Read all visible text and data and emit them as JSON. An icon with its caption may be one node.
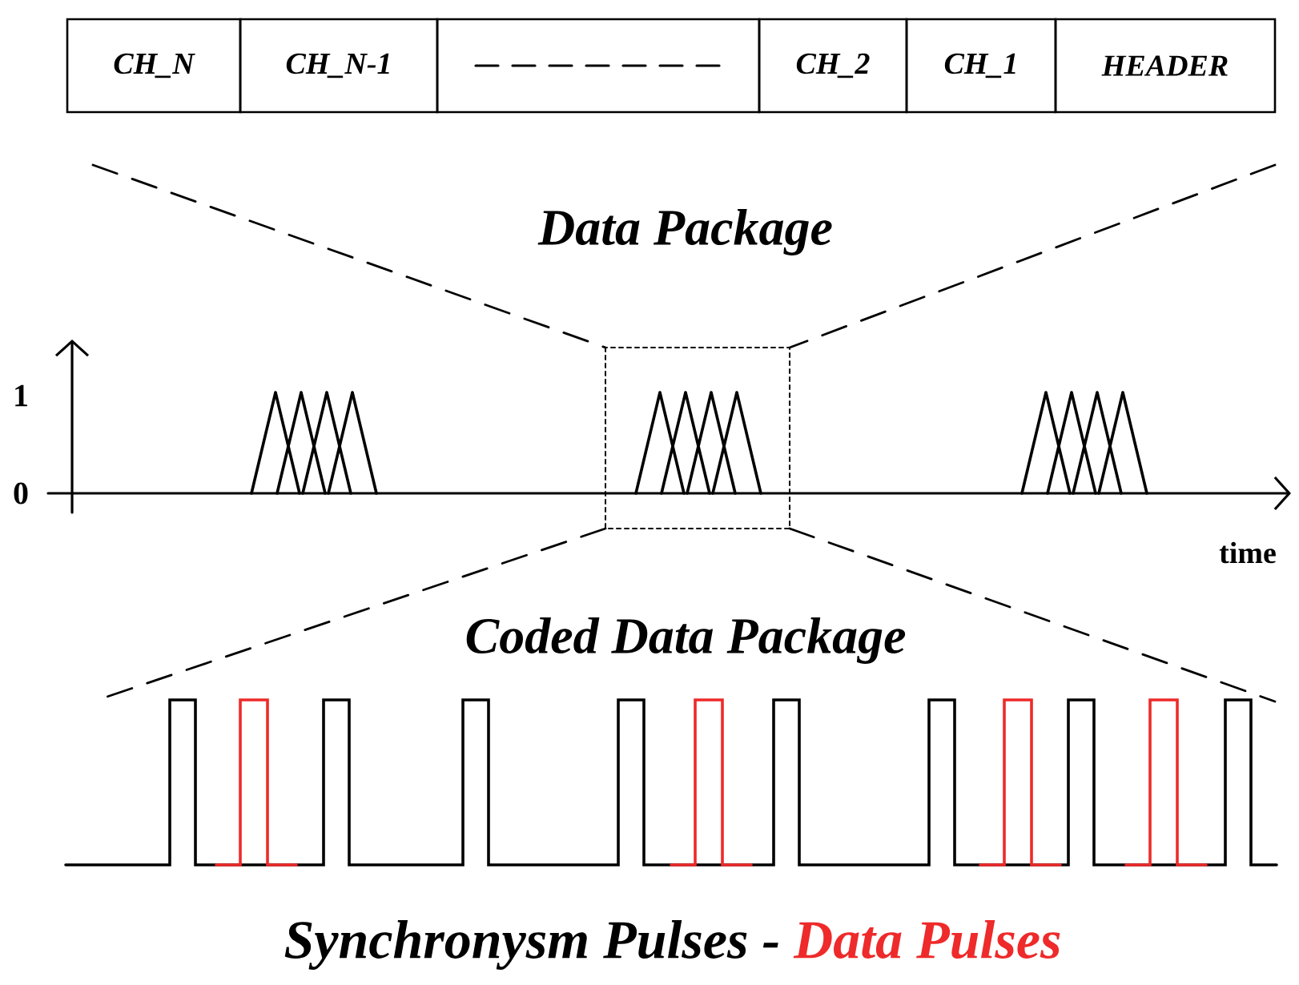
{
  "diagram": {
    "nodes": [
      {
        "text": [
          "CH_N"
        ]
      },
      {
        "text": [
          "CH_N-1"
        ]
      },
      {
        "text": [],
        "shape": "box"
      },
      {
        "text": [
          "CH_2"
        ]
      },
      {
        "text": [
          "CH_1"
        ]
      },
      {
        "text": [
          "HEADER"
        ]
      }
    ],
    "labels": [
      "Data Package",
      "1",
      "0",
      "time",
      "Coded Data Package",
      "-"
    ],
    "legend": [
      {
        "text": "Synchronysm Pulses",
        "color": "#000000"
      },
      {
        "text": "Data Pulses",
        "color": "#ee2a2a"
      }
    ]
  }
}
